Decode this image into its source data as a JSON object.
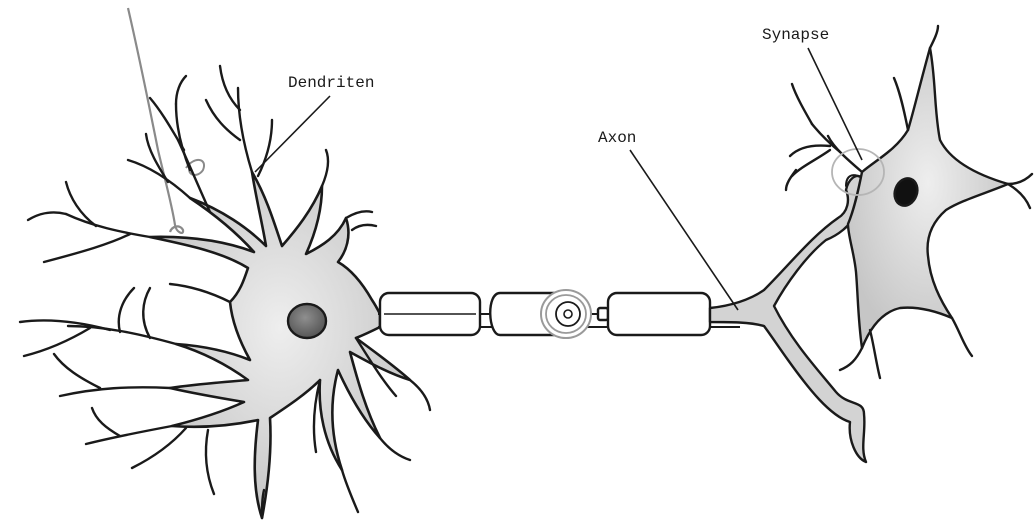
{
  "labels": {
    "dendrites": "Dendriten",
    "axon": "Axon",
    "synapse": "Synapse"
  },
  "colors": {
    "outline": "#1a1a1a",
    "cell_fill": "#d3d3d3",
    "nucleus_small": "#111111",
    "nucleus_large": "#707070",
    "electrode": "#8a8a8a",
    "highlight_ring": "#b5b5b5",
    "background": "#ffffff"
  }
}
